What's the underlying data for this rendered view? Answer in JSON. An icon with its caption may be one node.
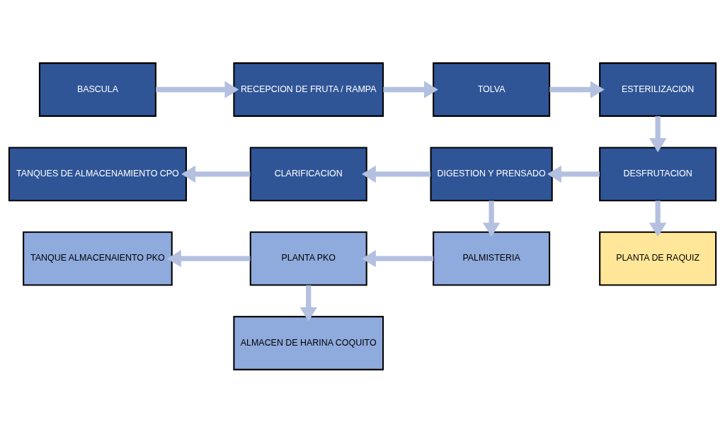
{
  "diagram": {
    "nodes": [
      {
        "text": [
          "BASCULA"
        ]
      },
      {
        "text": [
          "RECEPCION DE FRUTA / RAMPA"
        ]
      },
      {
        "text": [
          "TOLVA"
        ]
      },
      {
        "text": [
          "ESTERILIZACION"
        ]
      },
      {
        "text": [
          "TANQUES DE ALMACENAMIENTO CPO"
        ]
      },
      {
        "text": [
          "CLARIFICACION"
        ]
      },
      {
        "text": [
          "DIGESTION Y PRENSADO"
        ]
      },
      {
        "text": [
          "DESFRUTACION"
        ]
      },
      {
        "text": [
          "TANQUE ALMACENAIENTO PKO"
        ]
      },
      {
        "text": [
          "PLANTA PKO"
        ]
      },
      {
        "text": [
          "PALMISTERIA"
        ]
      },
      {
        "text": [
          "PLANTA DE RAQUIZ"
        ]
      },
      {
        "text": [
          "ALMACEN DE HARINA COQUITO"
        ]
      }
    ],
    "edges": [
      {
        "from": 0,
        "to": 1,
        "arrow": "to"
      },
      {
        "from": 1,
        "to": 2,
        "arrow": "to"
      },
      {
        "from": 2,
        "to": 3,
        "arrow": "to"
      },
      {
        "from": 3,
        "to": 7,
        "arrow": "to"
      },
      {
        "from": 7,
        "to": 6,
        "arrow": "to"
      },
      {
        "from": 6,
        "to": 5,
        "arrow": "to"
      },
      {
        "from": 5,
        "to": 4,
        "arrow": "to"
      },
      {
        "from": 6,
        "to": 10,
        "arrow": "to"
      },
      {
        "from": 7,
        "to": 11,
        "arrow": "to"
      },
      {
        "from": 10,
        "to": 9,
        "arrow": "to"
      },
      {
        "from": 9,
        "to": 8,
        "arrow": "to"
      },
      {
        "from": 9,
        "to": 12,
        "arrow": "to"
      }
    ]
  }
}
